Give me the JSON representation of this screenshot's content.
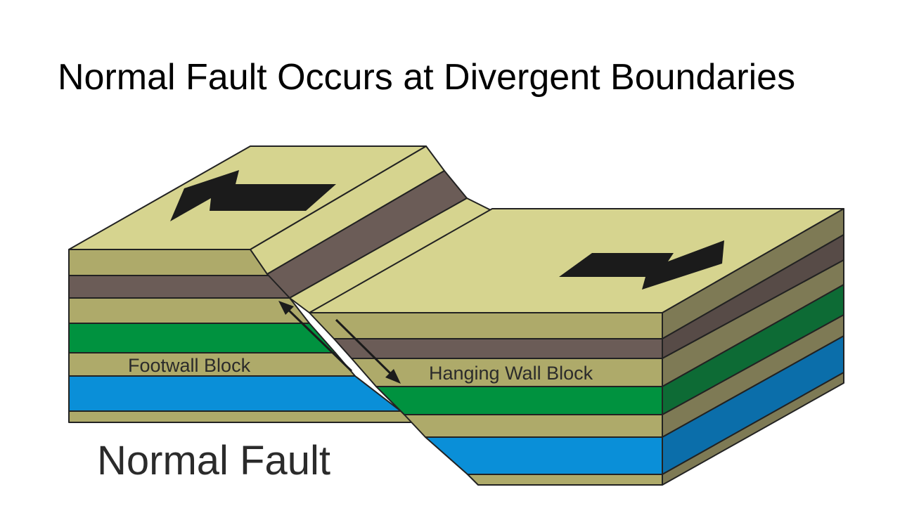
{
  "slide": {
    "title": "Normal Fault Occurs at Divergent Boundaries"
  },
  "diagram": {
    "footwall_label": "Footwall Block",
    "hanging_wall_label": "Hanging Wall Block",
    "caption": "Normal Fault"
  },
  "colors": {
    "top_surface": "#d6d48f",
    "tan_layer": "#aeaa6a",
    "dark_brown_layer": "#6b5c57",
    "green_layer": "#00923f",
    "blue_layer": "#0a8fd8",
    "side_tan": "#7e7a55",
    "side_brown": "#574b47",
    "side_green": "#0d6b35",
    "side_blue": "#0b6eaa",
    "arrow": "#1b1b1b"
  }
}
